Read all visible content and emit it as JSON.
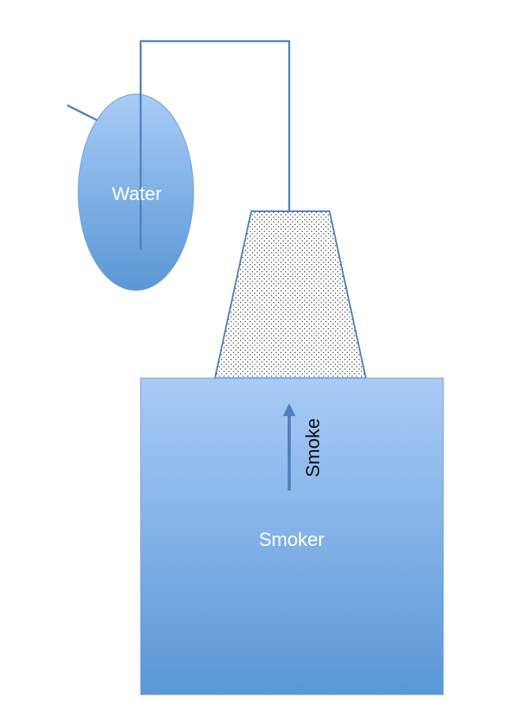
{
  "diagram": {
    "labels": {
      "water": "Water",
      "smoke": "Smoke",
      "smoker": "Smoker"
    },
    "colors": {
      "fill_light": "#a9cbf6",
      "fill_dark": "#5a97d6",
      "stroke": "#4f81bd",
      "pipe": "#4f81bd",
      "dots": "#333333"
    }
  }
}
